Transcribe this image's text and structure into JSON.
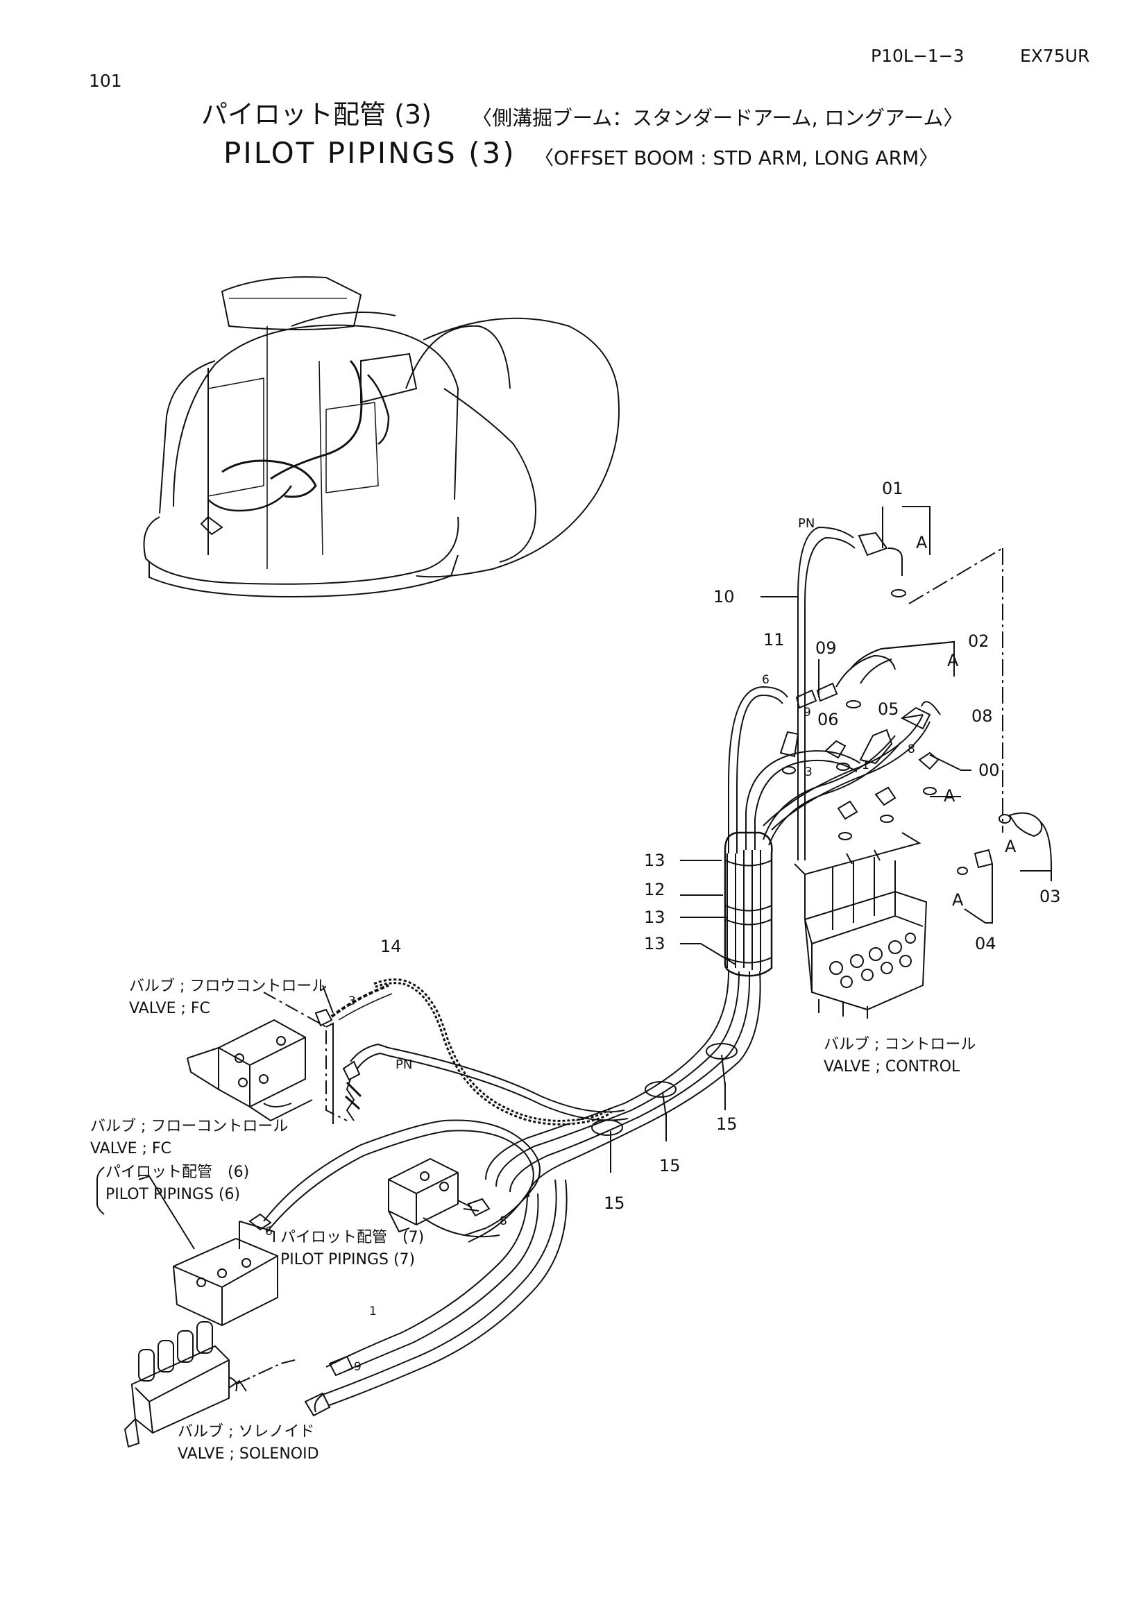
{
  "header": {
    "page_code": "P10L−1−3",
    "model": "EX75UR",
    "page_number": "101"
  },
  "title": {
    "jp_main": "パイロット配管 (3)",
    "jp_sub": "〈側溝掘ブーム：スタンダードアーム, ロングアーム〉",
    "en_main": "PILOT  PIPINGS (3)",
    "en_sub": "〈OFFSET BOOM : STD ARM, LONG ARM〉"
  },
  "labels": {
    "valve_fc_1_jp": "バルブ ; フロウコントロール",
    "valve_fc_1_en": "VALVE ; FC",
    "valve_control_jp": "バルブ ; コントロール",
    "valve_control_en": "VALVE ; CONTROL",
    "valve_fc_2_jp": "バルブ ; フローコントロール",
    "valve_fc_2_en": "VALVE ; FC",
    "pilot6_jp": "パイロット配管　(6)",
    "pilot6_en": "PILOT  PIPINGS  (6)",
    "pilot7_jp": "パイロット配管　(7)",
    "pilot7_en": "PILOT  PIPINGS  (7)",
    "valve_solenoid_jp": "バルブ ; ソレノイド",
    "valve_solenoid_en": "VALVE ; SOLENOID"
  },
  "refs": {
    "r01": "01",
    "r02": "02",
    "r03": "03",
    "r04": "04",
    "r05": "05",
    "r06": "06",
    "r08": "08",
    "r09": "09",
    "r00": "00",
    "r10": "10",
    "r11": "11",
    "r12": "12",
    "r13a": "13",
    "r13b": "13",
    "r13c": "13",
    "r14": "14",
    "r15a": "15",
    "r15b": "15",
    "r15c": "15",
    "mark_a1": "A",
    "mark_a2": "A",
    "mark_a3": "A",
    "mark_a4": "A",
    "mark_a5": "A",
    "pn1": "PN",
    "pn2": "PN",
    "port6a": "6",
    "port9a": "9",
    "port3a": "3",
    "port1a": "1",
    "port8a": "8",
    "port3b": "3",
    "port6b": "6",
    "port8b": "8",
    "port1b": "1",
    "port9b": "9"
  }
}
